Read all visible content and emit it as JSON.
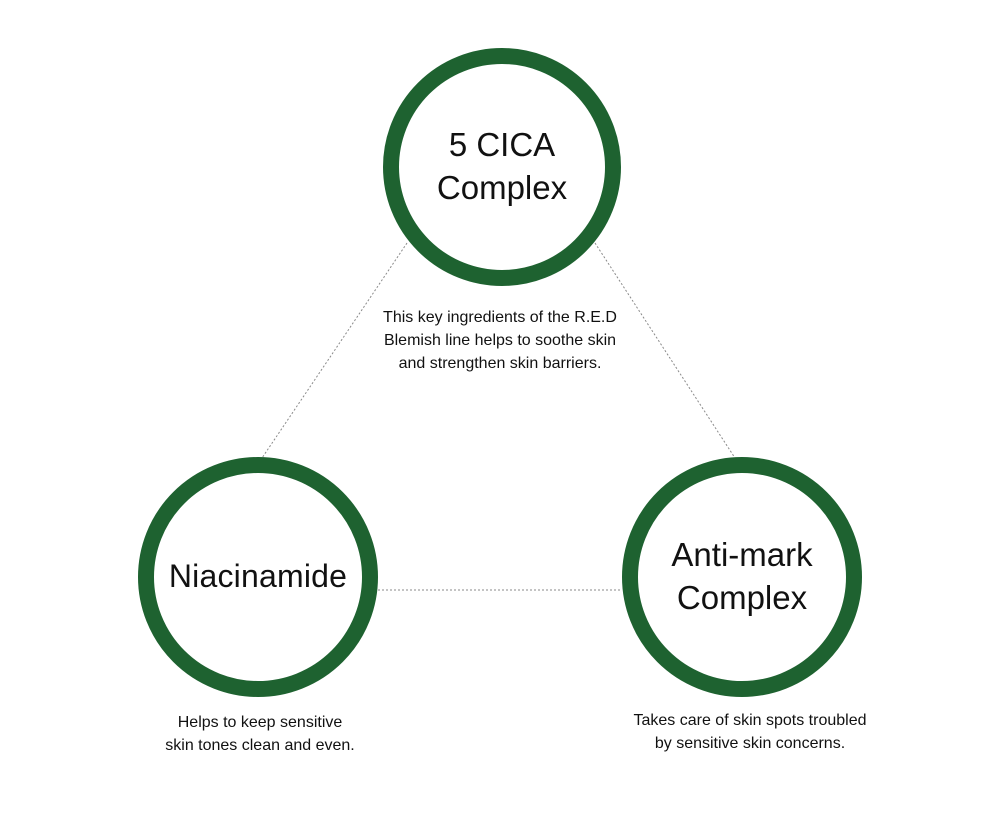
{
  "colors": {
    "ring": "#1e6230",
    "connector": "#8a8a8a",
    "text": "#111111",
    "background": "#ffffff"
  },
  "nodes": {
    "top": {
      "label": "5 CICA\nComplex",
      "description": "This key ingredients of the R.E.D\nBlemish line helps to soothe skin\nand strengthen skin barriers."
    },
    "left": {
      "label": "Niacinamide",
      "description": "Helps to keep sensitive\nskin tones clean and even."
    },
    "right": {
      "label": "Anti-mark\nComplex",
      "description": "Takes care of skin spots troubled\nby sensitive skin concerns."
    }
  }
}
